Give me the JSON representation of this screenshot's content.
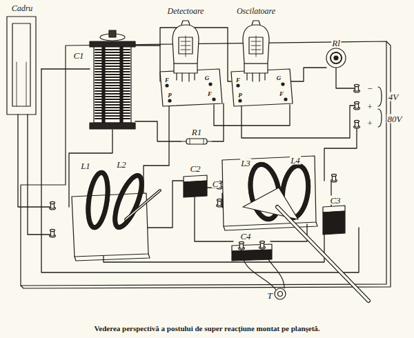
{
  "diagram": {
    "caption": "Vederea perspectivă a postului de super reacţiune montat pe planşetă.",
    "nodes": [
      {
        "text": [
          "Cadru"
        ]
      },
      {
        "text": [
          "Detectoare"
        ]
      },
      {
        "text": [
          "Oscilatoare"
        ]
      }
    ],
    "labels": [
      "C1",
      "Rl",
      "F",
      "G",
      "P",
      "F",
      "F",
      "G",
      "P",
      "F",
      "−",
      "+",
      "4V",
      "+",
      "80V",
      "R1",
      "C2",
      "C",
      "L1",
      "L2",
      "L3",
      "L4",
      "C3",
      "C4",
      "T"
    ]
  }
}
